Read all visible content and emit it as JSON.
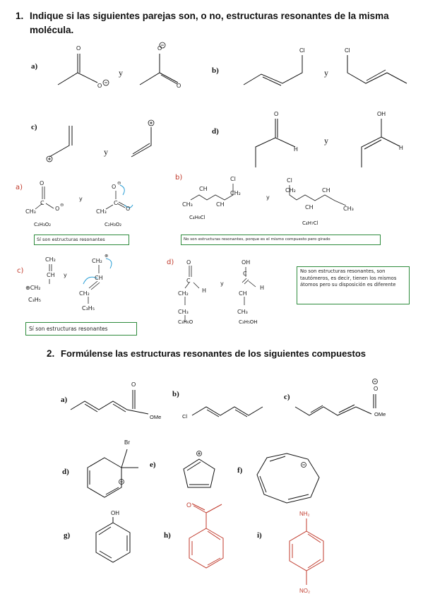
{
  "q1": {
    "number": "1.",
    "text_line1": "Indique si las siguientes parejas son, o no, estructuras resonantes de la misma",
    "text_line2": "molécula.",
    "labels": {
      "a": "a)",
      "b": "b)",
      "c": "c)",
      "d": "d)"
    },
    "and": "y"
  },
  "answers": {
    "a_label": "a)",
    "b_label": "b)",
    "c_label": "c)",
    "d_label": "d)",
    "a_formula_left": "C₂H₃O₂",
    "a_formula_right": "C₂H₃O₂",
    "a_box": "Sí son estructuras resonantes",
    "b_formula_left": "C₄H₈Cl",
    "b_formula_right": "C₄H₇Cl",
    "b_box": "No son estructuras resonantes, porque es el mismo compuesto pero girado",
    "c_left": "C₃H₅",
    "c_right": "C₃H₅",
    "c_box": "Sí son estructuras resonantes",
    "d_formula_left": "C₃H₆O",
    "d_formula_right": "C₃H₅OH",
    "d_box": "No son estructuras resonantes, son tautómeros, es decir, tienen los mismos átomos pero su disposición es diferente",
    "y": "y"
  },
  "q2": {
    "number": "2.",
    "text": "Formúlense las estructuras resonantes de los siguientes compuestos",
    "labels": {
      "a": "a)",
      "b": "b)",
      "c": "c)",
      "d": "d)",
      "e": "e)",
      "f": "f)",
      "g": "g)",
      "h": "h)",
      "i": "i)"
    },
    "atoms": {
      "ome": "OMe",
      "cl": "Cl",
      "br": "Br",
      "oh": "OH",
      "o": "O",
      "nh2": "NH₂",
      "no2": "NO₂"
    }
  },
  "colors": {
    "ink": "#111111",
    "green_box": "#2e8b3c",
    "blue_arrow": "#2a9fd6",
    "red_highlight": "#c0392b"
  }
}
